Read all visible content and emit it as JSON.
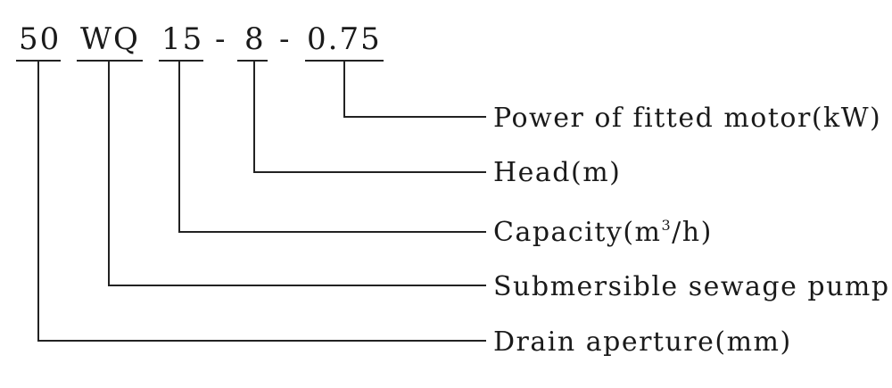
{
  "model_code": {
    "parts": [
      "50",
      "WQ",
      "15",
      "8",
      "0.75"
    ],
    "separator": "-"
  },
  "legend": {
    "power": "Power of fitted motor(kW)",
    "head": "Head(m)",
    "capacity_prefix": "Capacity(m",
    "capacity_sup": "3",
    "capacity_suffix": "/h)",
    "pump_type": "Submersible sewage pump",
    "drain": "Drain aperture(mm)"
  }
}
